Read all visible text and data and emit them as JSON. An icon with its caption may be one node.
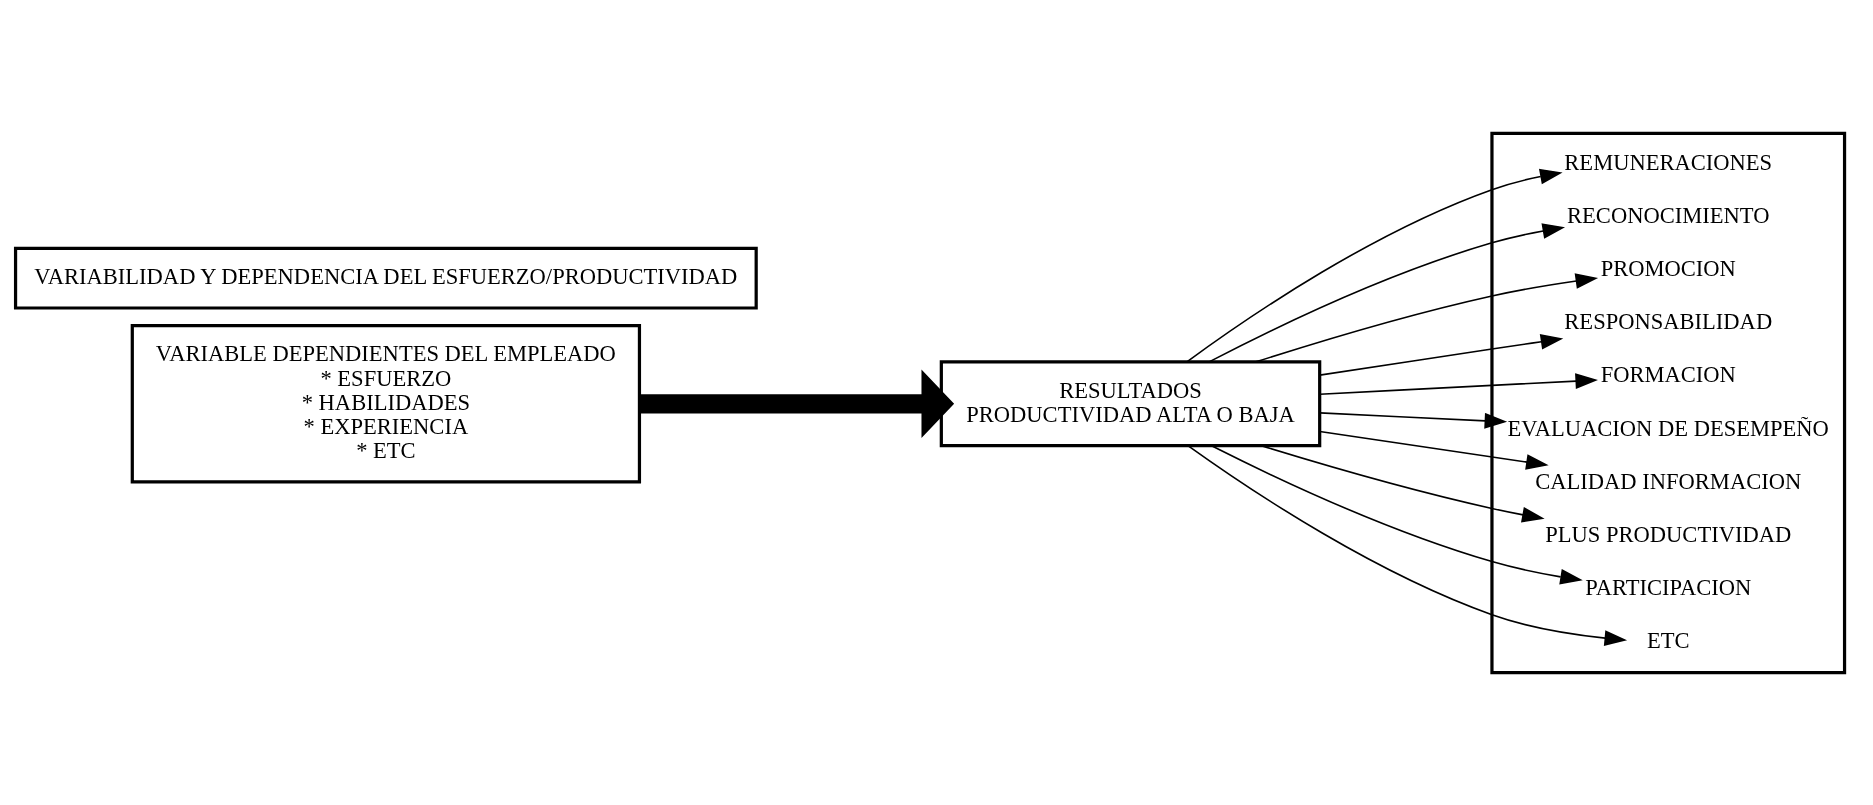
{
  "diagram": {
    "nodes": [
      {
        "text": [
          "VARIABLE DEPENDIENTES DEL EMPLEADO",
          "* ESFUERZO",
          "* HABILIDADES",
          "* EXPERIENCIA",
          "* ETC"
        ]
      },
      {
        "text": [
          "RESULTADOS",
          "PRODUCTIVIDAD ALTA O BAJA"
        ]
      },
      {
        "text": [
          "VARIABILIDAD Y DEPENDENCIA DEL ESFUERZO/PRODUCTIVIDAD"
        ]
      },
      {
        "text": [],
        "shape": "box"
      },
      {
        "text": [
          "REMUNERACIONES"
        ],
        "in": 3
      },
      {
        "text": [
          "RECONOCIMIENTO"
        ],
        "in": 3
      },
      {
        "text": [
          "PROMOCION"
        ],
        "in": 3
      },
      {
        "text": [
          "RESPONSABILIDAD"
        ],
        "in": 3
      },
      {
        "text": [
          "FORMACION"
        ],
        "in": 3
      },
      {
        "text": [
          "EVALUACION DE DESEMPEÑO"
        ],
        "in": 3
      },
      {
        "text": [
          "CALIDAD INFORMACION"
        ],
        "in": 3
      },
      {
        "text": [
          "PLUS PRODUCTIVIDAD"
        ],
        "in": 3
      },
      {
        "text": [
          "PARTICIPACION"
        ],
        "in": 3
      },
      {
        "text": [
          "ETC"
        ],
        "in": 3
      }
    ],
    "edges": [
      {
        "from": 0,
        "to": 1,
        "arrow": "to",
        "style": "thick"
      },
      {
        "from": 1,
        "to": 4,
        "arrow": "to"
      },
      {
        "from": 1,
        "to": 5,
        "arrow": "to"
      },
      {
        "from": 1,
        "to": 6,
        "arrow": "to"
      },
      {
        "from": 1,
        "to": 7,
        "arrow": "to"
      },
      {
        "from": 1,
        "to": 8,
        "arrow": "to"
      },
      {
        "from": 1,
        "to": 9,
        "arrow": "to"
      },
      {
        "from": 1,
        "to": 10,
        "arrow": "to"
      },
      {
        "from": 1,
        "to": 11,
        "arrow": "to"
      },
      {
        "from": 1,
        "to": 12,
        "arrow": "to"
      },
      {
        "from": 1,
        "to": 13,
        "arrow": "to"
      }
    ]
  }
}
